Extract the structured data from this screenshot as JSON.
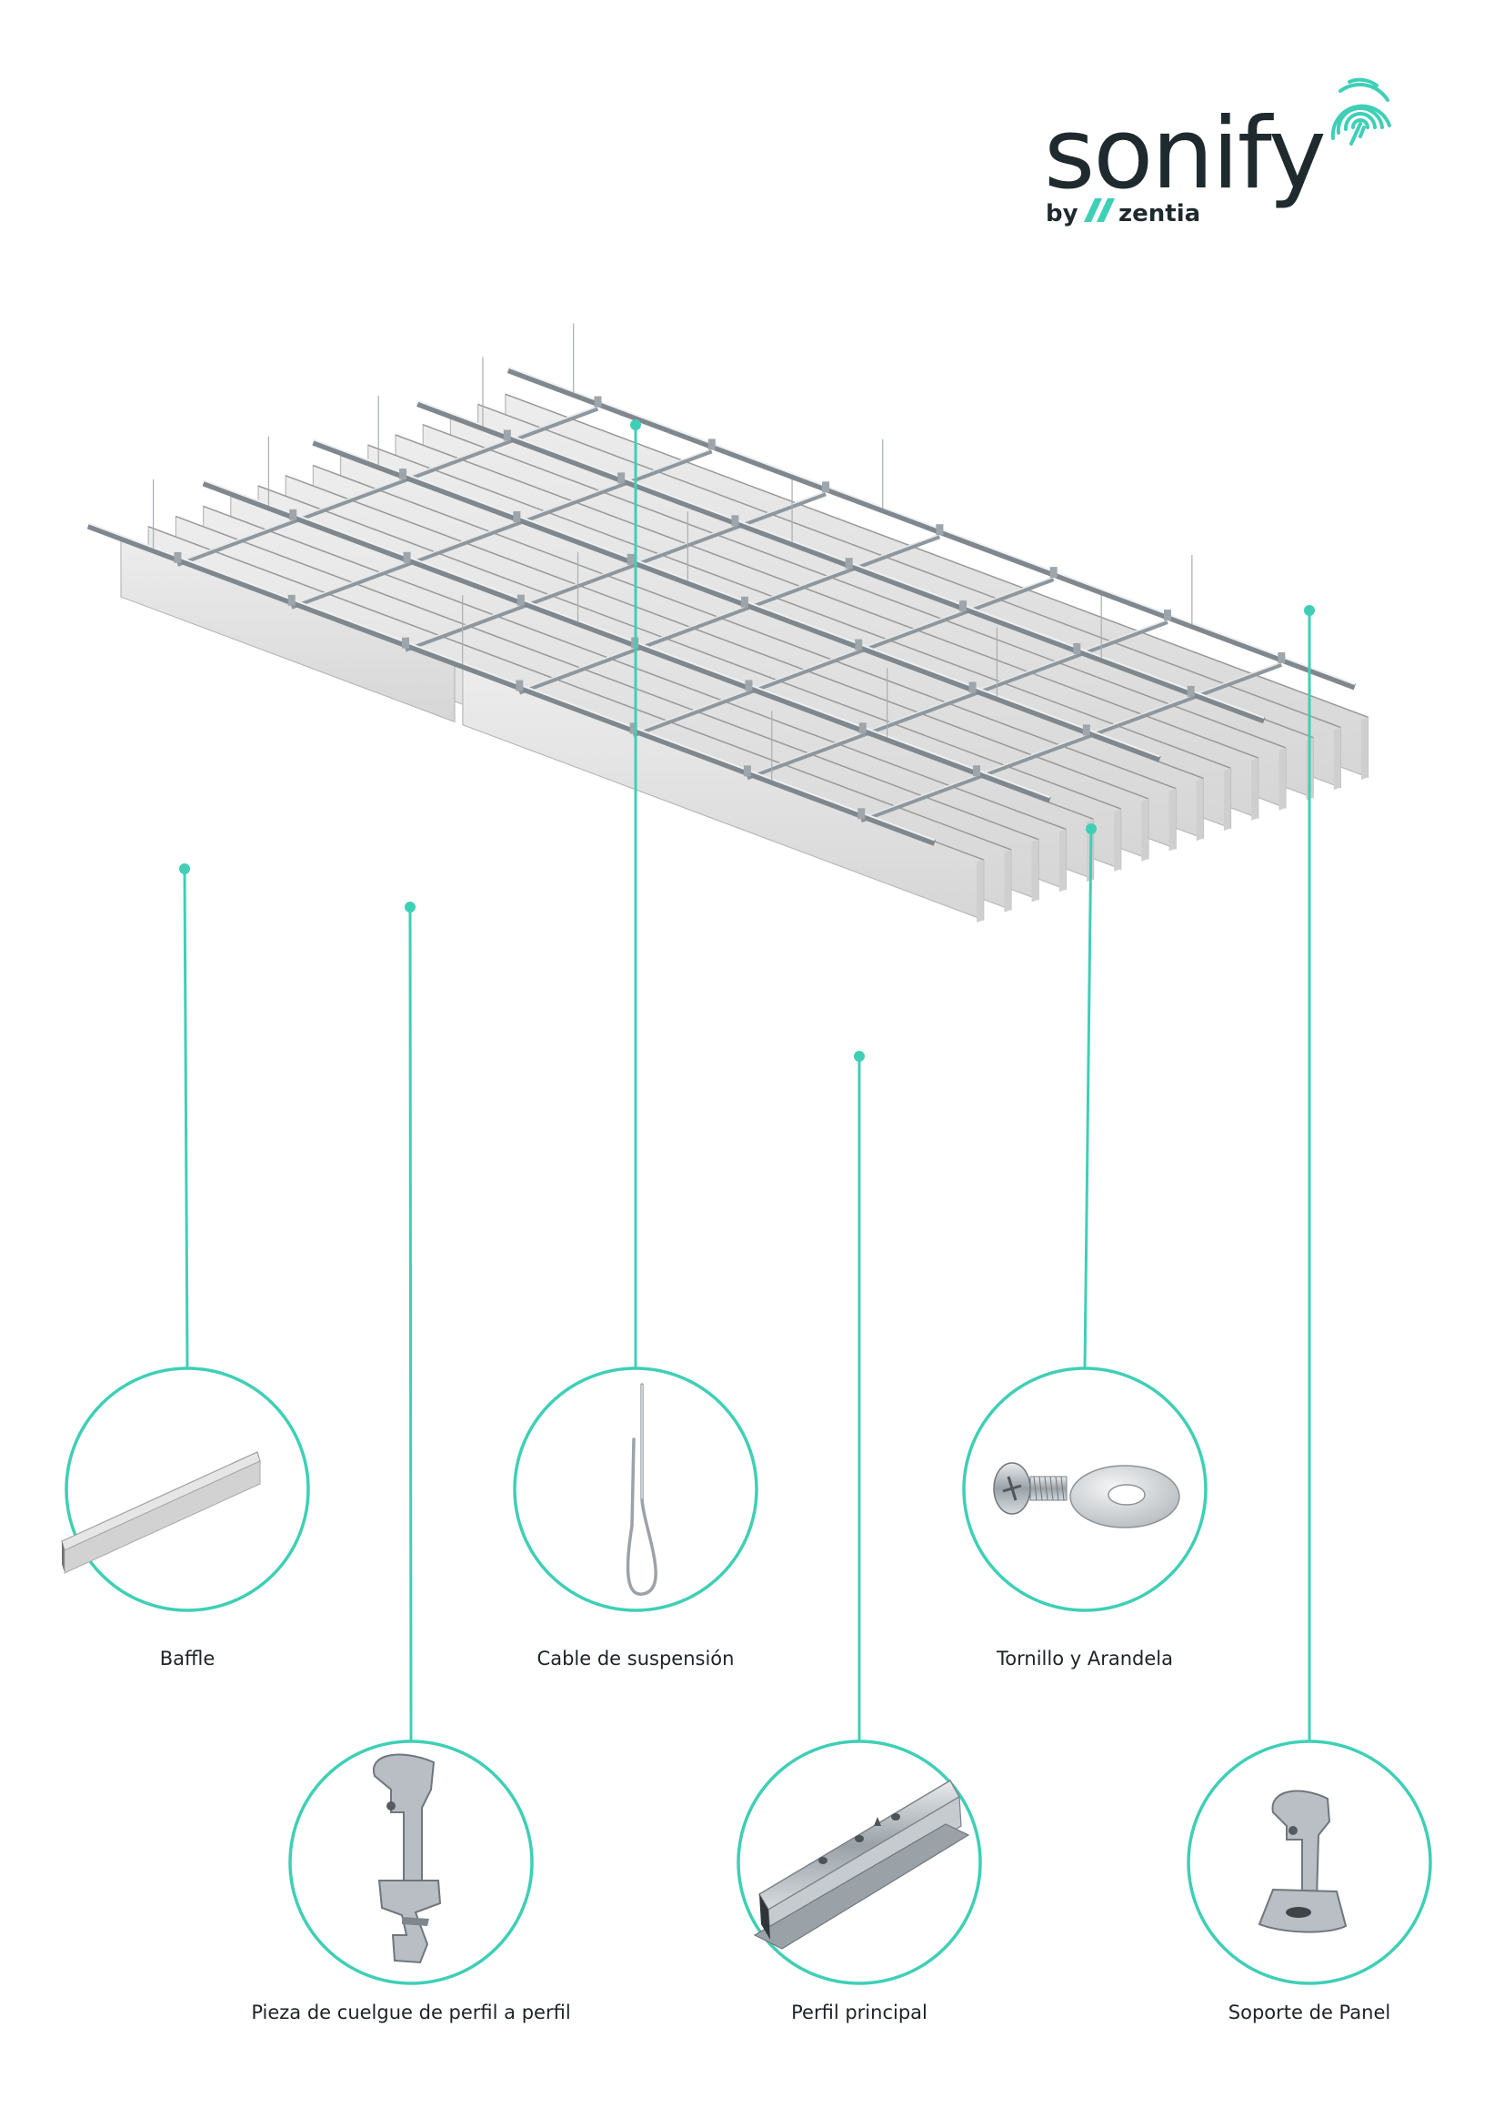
{
  "brand": {
    "name": "sonify",
    "by": "by",
    "partner": "zentia",
    "accent_color": "#3fcfb6",
    "text_color": "#1f2a2e"
  },
  "callouts": [
    {
      "label": "Baffle",
      "icon": "baffle-panel-icon"
    },
    {
      "label": "Cable de suspensión",
      "icon": "suspension-cable-icon"
    },
    {
      "label": "Tornillo y Arandela",
      "icon": "screw-washer-icon"
    },
    {
      "label": "Pieza de cuelgue de perfil a perfil",
      "icon": "profile-hanger-clip-icon"
    },
    {
      "label": "Perfil principal",
      "icon": "main-profile-icon"
    },
    {
      "label": "Soporte de Panel",
      "icon": "panel-bracket-icon"
    }
  ]
}
